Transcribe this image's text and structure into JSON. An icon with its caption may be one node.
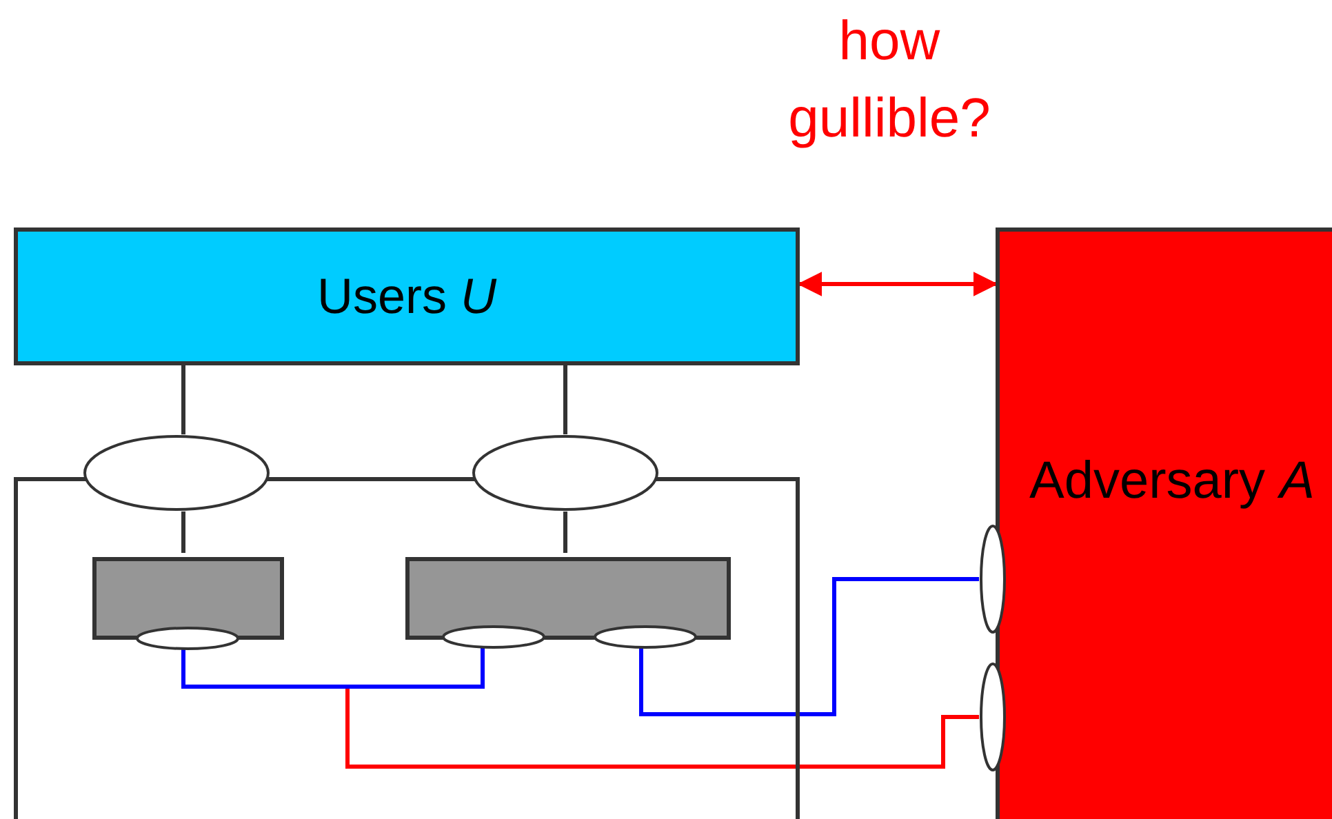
{
  "diagram": {
    "nodes": [
      {
        "text": [
          "Users *U*"
        ]
      },
      {
        "text": [
          "Adversary *A*"
        ]
      },
      {
        "text": [],
        "shape": "box"
      },
      {
        "text": [],
        "shape": "ellipse"
      },
      {
        "text": [],
        "shape": "ellipse"
      },
      {
        "text": [],
        "shape": "box",
        "in": 2
      },
      {
        "text": [],
        "shape": "box",
        "in": 2
      },
      {
        "text": [],
        "shape": "ellipse",
        "in": 2
      },
      {
        "text": [],
        "shape": "ellipse",
        "in": 2
      },
      {
        "text": [],
        "shape": "ellipse",
        "in": 2
      },
      {
        "text": [],
        "shape": "ellipse"
      },
      {
        "text": [],
        "shape": "ellipse"
      }
    ],
    "edges": [
      {
        "from": 0,
        "to": 1,
        "arrow": "both",
        "label": "how gullible?",
        "color": "#ff0000"
      },
      {
        "from": 0,
        "to": 3,
        "arrow": "none"
      },
      {
        "from": 0,
        "to": 4,
        "arrow": "none"
      },
      {
        "from": 3,
        "to": 5,
        "arrow": "none"
      },
      {
        "from": 4,
        "to": 6,
        "arrow": "none"
      },
      {
        "from": 7,
        "to": 11,
        "arrow": "none",
        "color": "#ff0000"
      },
      {
        "from": 8,
        "to": 11,
        "arrow": "none",
        "color": "#ff0000"
      },
      {
        "from": 7,
        "to": 8,
        "arrow": "none",
        "color": "#0000ff"
      },
      {
        "from": 9,
        "to": 10,
        "arrow": "none",
        "color": "#0000ff"
      }
    ]
  }
}
